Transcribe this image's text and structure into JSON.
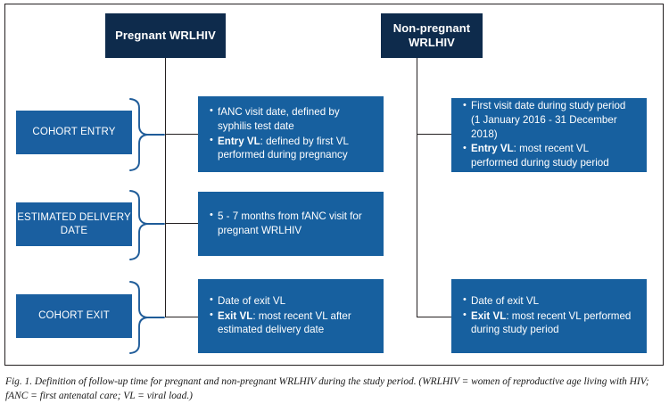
{
  "figure": {
    "caption": "Fig. 1. Definition of follow-up time for pregnant and non-pregnant WRLHIV during the study period. (WRLHIV = women of reproductive age living with HIV; fANC = first antenatal care; VL = viral load.)"
  },
  "colors": {
    "navy_header": "#0e2b4c",
    "blue_label": "#1a5fa0",
    "blue_content": "#17609f",
    "brace": "#1f5c99",
    "connector": "#231f20",
    "frame": "#231f20",
    "text_on_blue": "#ffffff"
  },
  "headers": {
    "pregnant": "Pregnant WRLHIV",
    "non_pregnant_line1": "Non-pregnant",
    "non_pregnant_line2": "WRLHIV"
  },
  "row_labels": {
    "cohort_entry": "COHORT ENTRY",
    "estimated_delivery_date_line1": "ESTIMATED DELIVERY",
    "estimated_delivery_date_line2": "DATE",
    "cohort_exit": "COHORT EXIT"
  },
  "pregnant_column": {
    "cohort_entry": {
      "bullet1": "fANC visit date, defined by syphilis test date",
      "bullet2_label": "Entry VL",
      "bullet2_rest": ": defined by first VL performed during pregnancy"
    },
    "estimated_delivery_date": {
      "bullet1": "5 - 7 months from fANC visit for pregnant WRLHIV"
    },
    "cohort_exit": {
      "bullet1": "Date of exit VL",
      "bullet2_label": "Exit VL",
      "bullet2_rest": ": most recent VL after estimated delivery date"
    }
  },
  "non_pregnant_column": {
    "cohort_entry": {
      "bullet1": "First visit date during study period (1 January 2016 - 31 December 2018)",
      "bullet2_label": "Entry VL",
      "bullet2_rest": ": most recent VL performed during study period"
    },
    "cohort_exit": {
      "bullet1": "Date of exit VL",
      "bullet2_label": "Exit VL",
      "bullet2_rest": ": most recent VL performed during study period"
    }
  }
}
